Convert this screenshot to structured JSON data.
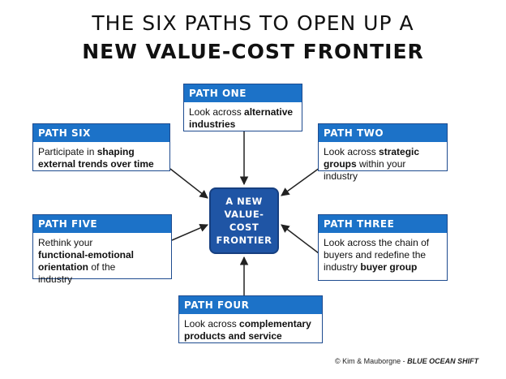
{
  "title": {
    "line1": "THE SIX PATHS TO OPEN UP A",
    "line2": "NEW VALUE-COST FRONTIER"
  },
  "center": {
    "line1": "A NEW",
    "line2": "VALUE-COST",
    "line3": "FRONTIER"
  },
  "paths": {
    "one": {
      "label": "PATH ONE",
      "parts": [
        "Look across ",
        "alternative industries"
      ]
    },
    "two": {
      "label": "PATH TWO",
      "parts": [
        "Look across ",
        "strategic groups",
        " within your industry"
      ]
    },
    "three": {
      "label": "PATH THREE",
      "parts": [
        "Look across the chain of buyers and redefine the industry ",
        "buyer group"
      ]
    },
    "four": {
      "label": "PATH FOUR",
      "parts": [
        "Look across ",
        "complementary products and service"
      ]
    },
    "five": {
      "label": "PATH FIVE",
      "parts": [
        "Rethink your ",
        "functional-emotional",
        " ",
        "orientation",
        " of the industry"
      ]
    },
    "six": {
      "label": "PATH SIX",
      "parts": [
        "Participate in ",
        "shaping external trends over time"
      ]
    }
  },
  "credit": {
    "prefix": "© Kim & Mauborgne - ",
    "book": "BLUE OCEAN SHIFT"
  },
  "colors": {
    "header_blue": "#1c72c8",
    "center_blue": "#1f55a5",
    "border_navy": "#1e4b8f"
  }
}
